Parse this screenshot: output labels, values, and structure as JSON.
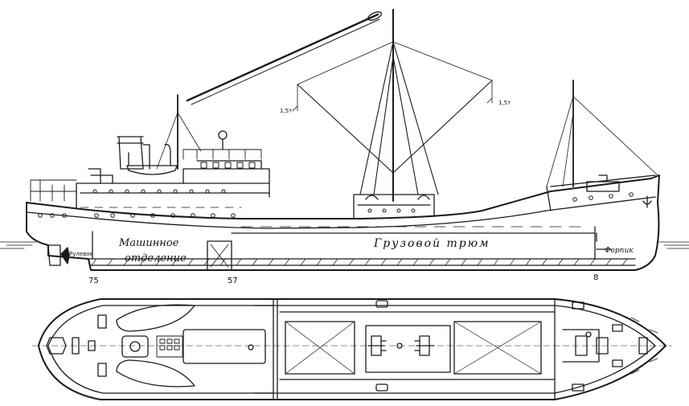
{
  "labels": {
    "engine_room_line1": "Машинное",
    "engine_room_line2": "отделение",
    "cargo_hold": "Грузовой трюм",
    "forepeak": "Форпик",
    "boom_load_left": "1,5т",
    "boom_load_right": "1,5т",
    "steering": "Рулевое"
  },
  "frames": {
    "aft": "75",
    "mid": "57",
    "fwd": "8"
  },
  "colors": {
    "ink": "#1a1a1a",
    "paper": "#ffffff"
  }
}
